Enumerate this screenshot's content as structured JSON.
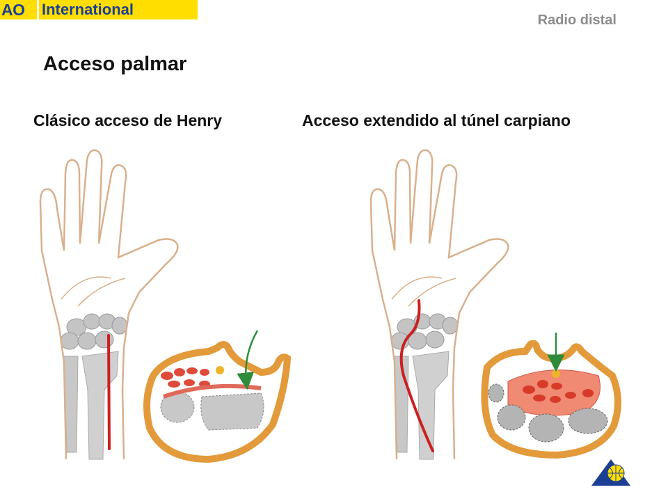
{
  "logo": {
    "ao": "AO",
    "name": "International"
  },
  "header": {
    "section": "Radio distal"
  },
  "slide": {
    "title": "Acceso palmar",
    "left_subtitle": "Clásico acceso de Henry",
    "right_subtitle": "Acceso extendido al túnel carpiano"
  },
  "colors": {
    "logo_background": "#ffde00",
    "logo_text": "#1c3f94",
    "incision": "#cc1f1f",
    "skin_ring": "#e39a3a",
    "approach_arrow": "#2e8b3a",
    "bone": "#c8c8c8",
    "nerve": "#f0b428"
  },
  "icons": {
    "footer_logo": "ao-globe-triangle-icon"
  }
}
